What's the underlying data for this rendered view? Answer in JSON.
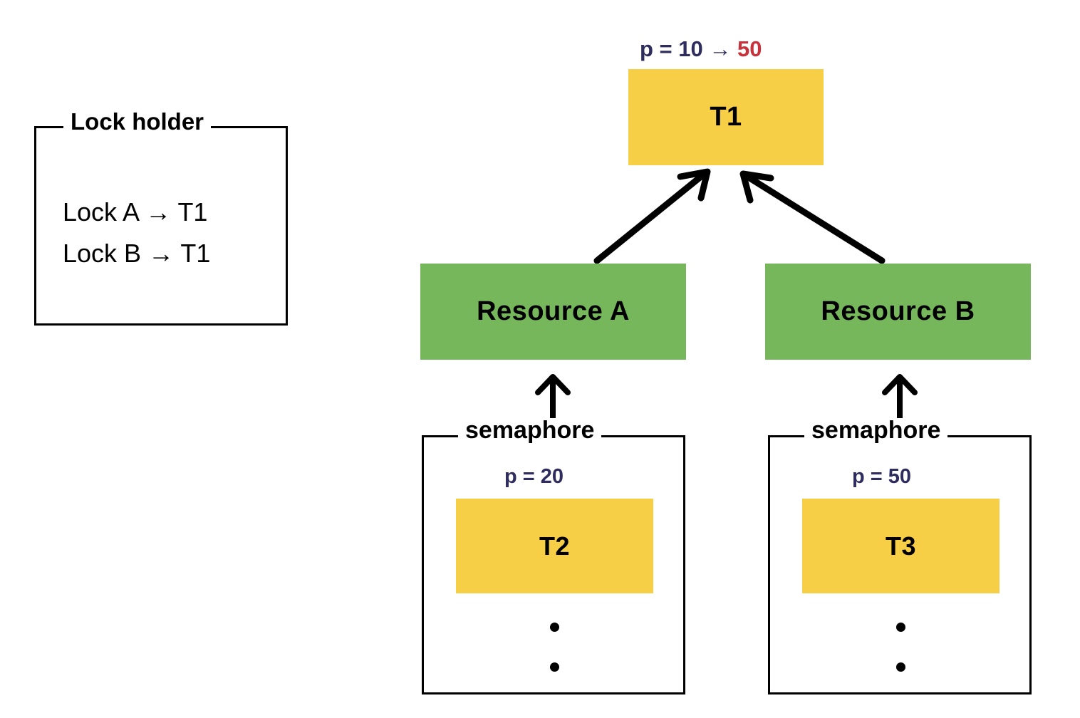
{
  "diagram": {
    "title_text": "",
    "colors": {
      "task_fill": "#F7CF46",
      "resource_fill": "#77B75B",
      "priority_text": "#2E2D5E",
      "raised_priority_text": "#C8323C",
      "outline": "#000000",
      "background": "#FFFFFF"
    }
  },
  "lock_holder": {
    "legend": "Lock holder",
    "entries": [
      {
        "lock": "Lock A",
        "arrow": "→",
        "owner": "T1",
        "line": "Lock A → T1"
      },
      {
        "lock": "Lock B",
        "arrow": "→",
        "owner": "T1",
        "line": "Lock B → T1"
      }
    ]
  },
  "top_task": {
    "label": "T1",
    "priority": {
      "prefix": "p = ",
      "base": "10",
      "arrow": "→",
      "raised": "50",
      "full": "p = 10 → 50"
    }
  },
  "resources": [
    {
      "id": "resource-a",
      "label": "Resource A"
    },
    {
      "id": "resource-b",
      "label": "Resource B"
    }
  ],
  "semaphores": [
    {
      "id": "semaphore-a",
      "legend": "semaphore",
      "waiting_task": {
        "label": "T2",
        "priority_prefix": "p = ",
        "priority_value": "20",
        "priority_full": "p = 20"
      },
      "queue_dots": 2
    },
    {
      "id": "semaphore-b",
      "legend": "semaphore",
      "waiting_task": {
        "label": "T3",
        "priority_prefix": "p = ",
        "priority_value": "50",
        "priority_full": "p = 50"
      },
      "queue_dots": 2
    }
  ],
  "edges": [
    {
      "id": "edge-resource-a-to-t1",
      "from": "Resource A",
      "to": "T1",
      "kind": "diagonal-arrow"
    },
    {
      "id": "edge-resource-b-to-t1",
      "from": "Resource B",
      "to": "T1",
      "kind": "diagonal-arrow"
    },
    {
      "id": "edge-semaphore-a-to-resource-a",
      "from": "semaphore",
      "to": "Resource A",
      "kind": "vertical-arrow"
    },
    {
      "id": "edge-semaphore-b-to-resource-b",
      "from": "semaphore",
      "to": "Resource B",
      "kind": "vertical-arrow"
    }
  ]
}
